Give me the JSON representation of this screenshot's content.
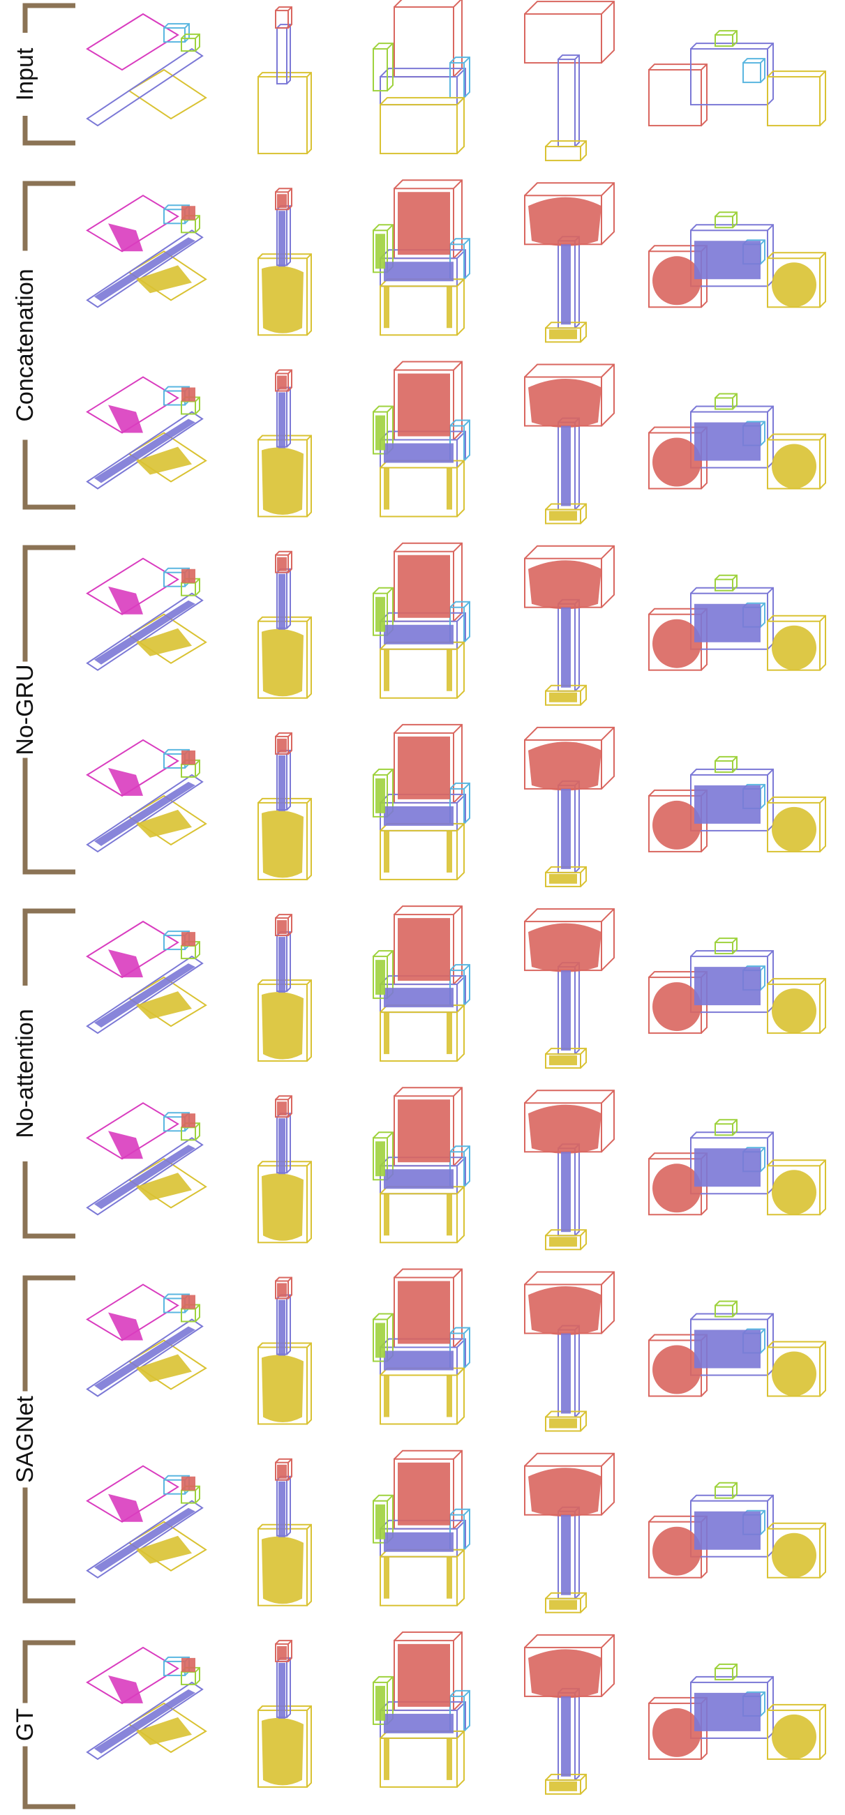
{
  "figure": {
    "row_groups": [
      {
        "label": "Input",
        "rows": 1
      },
      {
        "label": "Concatenation",
        "rows": 2
      },
      {
        "label": "No-GRU",
        "rows": 2
      },
      {
        "label": "No-attention",
        "rows": 2
      },
      {
        "label": "SAGNet",
        "rows": 2
      },
      {
        "label": "GT",
        "rows": 1
      }
    ],
    "columns": [
      {
        "object": "airplane",
        "icon": "airplane-icon"
      },
      {
        "object": "guitar",
        "icon": "guitar-icon"
      },
      {
        "object": "chair",
        "icon": "chair-icon"
      },
      {
        "object": "lamp",
        "icon": "lamp-icon"
      },
      {
        "object": "motorbike",
        "icon": "motorbike-icon"
      }
    ],
    "colors": {
      "bracket": "#8b7355",
      "red": "#d9665f",
      "blue": "#7b78d6",
      "yellow": "#d9c232",
      "magenta": "#d93cbf",
      "green": "#9ed23d",
      "cyan": "#5ab6e0"
    }
  }
}
